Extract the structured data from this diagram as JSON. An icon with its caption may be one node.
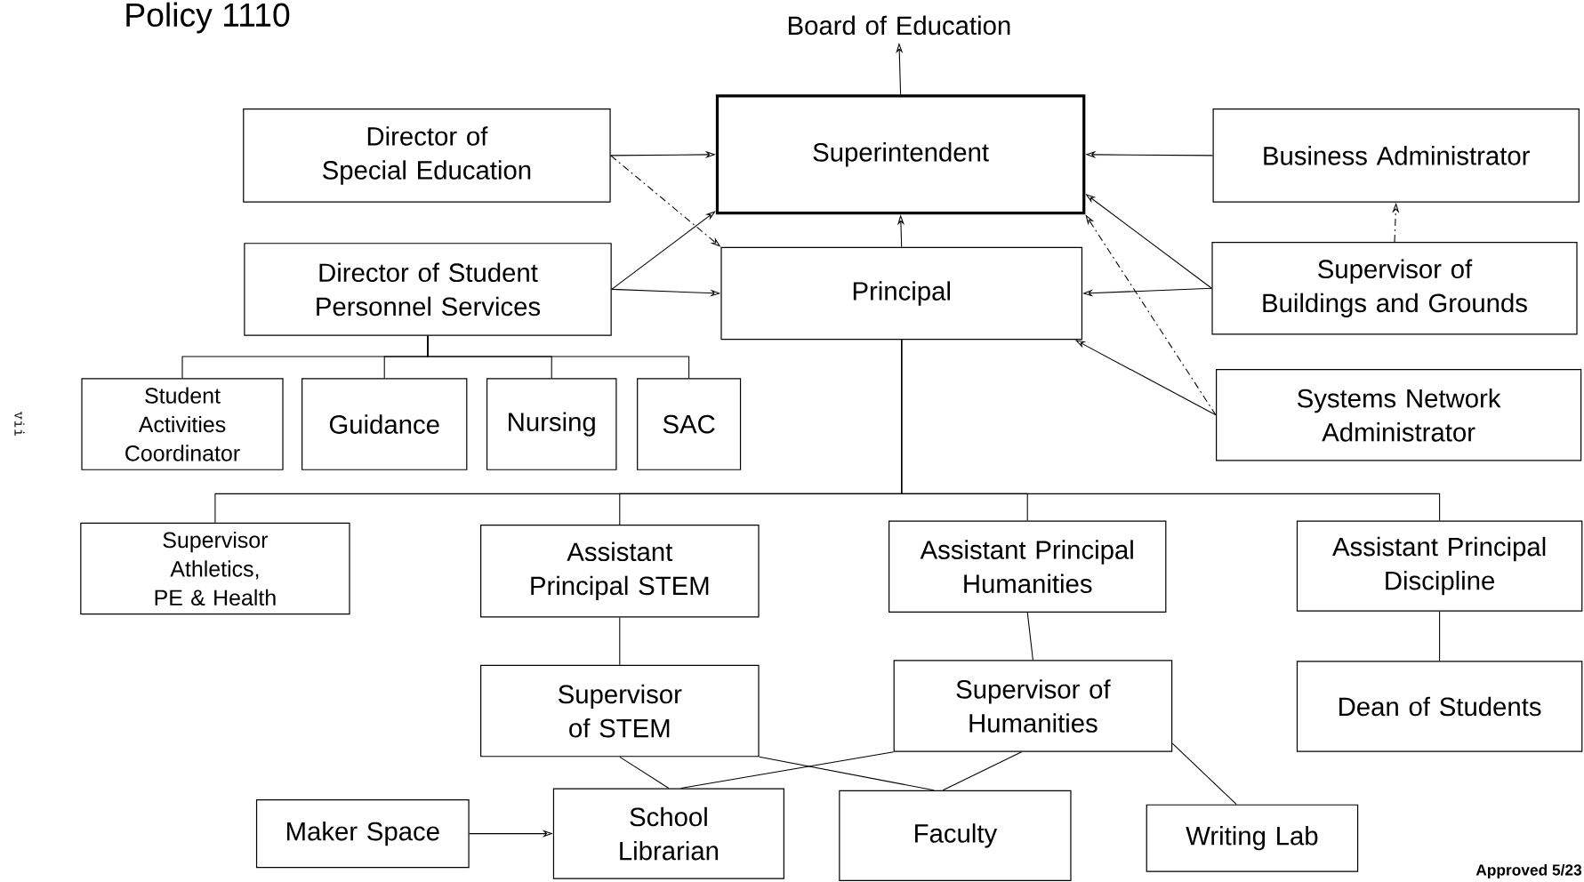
{
  "diagram": {
    "title": "Policy 1110",
    "nodes": [
      {
        "text": [
          "Board of Education"
        ]
      },
      {
        "text": [
          "Director of Special Education"
        ]
      },
      {
        "text": [
          "Superintendent"
        ]
      },
      {
        "text": [
          "Business Administrator"
        ]
      },
      {
        "text": [
          "Director of Student Personnel Services"
        ]
      },
      {
        "text": [
          "Principal"
        ]
      },
      {
        "text": [
          "Supervisor of Buildings and Grounds"
        ]
      },
      {
        "text": [
          "Student Activities Coordinator"
        ]
      },
      {
        "text": [
          "Guidance"
        ]
      },
      {
        "text": [
          "Nursing"
        ]
      },
      {
        "text": [
          "SAC"
        ]
      },
      {
        "text": [
          "Systems Network Administrator"
        ]
      },
      {
        "text": [
          "Supervisor Athletics, PE & Health"
        ]
      },
      {
        "text": [
          "Assistant Principal STEM"
        ]
      },
      {
        "text": [
          "Assistant Principal Humanities"
        ]
      },
      {
        "text": [
          "Assistant Principal Discipline"
        ]
      },
      {
        "text": [
          "Supervisor of STEM"
        ]
      },
      {
        "text": [
          "Supervisor of Humanities"
        ]
      },
      {
        "text": [
          "Dean of Students"
        ]
      },
      {
        "text": [
          "Maker Space"
        ]
      },
      {
        "text": [
          "School Librarian"
        ]
      },
      {
        "text": [
          "Faculty"
        ]
      },
      {
        "text": [
          "Writing Lab"
        ]
      }
    ],
    "edges": [
      {
        "from": 2,
        "to": 0,
        "arrow": "to"
      },
      {
        "from": 1,
        "to": 2,
        "arrow": "to"
      },
      {
        "from": 1,
        "to": 5,
        "arrow": "to",
        "style": "dashed"
      },
      {
        "from": 4,
        "to": 2,
        "arrow": "to"
      },
      {
        "from": 4,
        "to": 5,
        "arrow": "to"
      },
      {
        "from": 3,
        "to": 2,
        "arrow": "to"
      },
      {
        "from": 6,
        "to": 2,
        "arrow": "to"
      },
      {
        "from": 6,
        "to": 5,
        "arrow": "to"
      },
      {
        "from": 6,
        "to": 3,
        "arrow": "to",
        "style": "dashed"
      },
      {
        "from": 11,
        "to": 5,
        "arrow": "to"
      },
      {
        "from": 11,
        "to": 2,
        "arrow": "to",
        "style": "dashed"
      },
      {
        "from": 5,
        "to": 2,
        "arrow": "to"
      },
      {
        "from": 4,
        "to": 7,
        "arrow": "none"
      },
      {
        "from": 4,
        "to": 8,
        "arrow": "none"
      },
      {
        "from": 4,
        "to": 9,
        "arrow": "none"
      },
      {
        "from": 4,
        "to": 10,
        "arrow": "none"
      },
      {
        "from": 5,
        "to": 12,
        "arrow": "none"
      },
      {
        "from": 5,
        "to": 13,
        "arrow": "none"
      },
      {
        "from": 5,
        "to": 14,
        "arrow": "none"
      },
      {
        "from": 5,
        "to": 15,
        "arrow": "none"
      },
      {
        "from": 13,
        "to": 16,
        "arrow": "none"
      },
      {
        "from": 14,
        "to": 17,
        "arrow": "none"
      },
      {
        "from": 15,
        "to": 18,
        "arrow": "none"
      },
      {
        "from": 16,
        "to": 20,
        "arrow": "none"
      },
      {
        "from": 16,
        "to": 21,
        "arrow": "none"
      },
      {
        "from": 17,
        "to": 20,
        "arrow": "none"
      },
      {
        "from": 17,
        "to": 21,
        "arrow": "none"
      },
      {
        "from": 17,
        "to": 22,
        "arrow": "none"
      },
      {
        "from": 19,
        "to": 20,
        "arrow": "to"
      }
    ],
    "labels": [
      "vii",
      "Approved 5/23"
    ]
  }
}
